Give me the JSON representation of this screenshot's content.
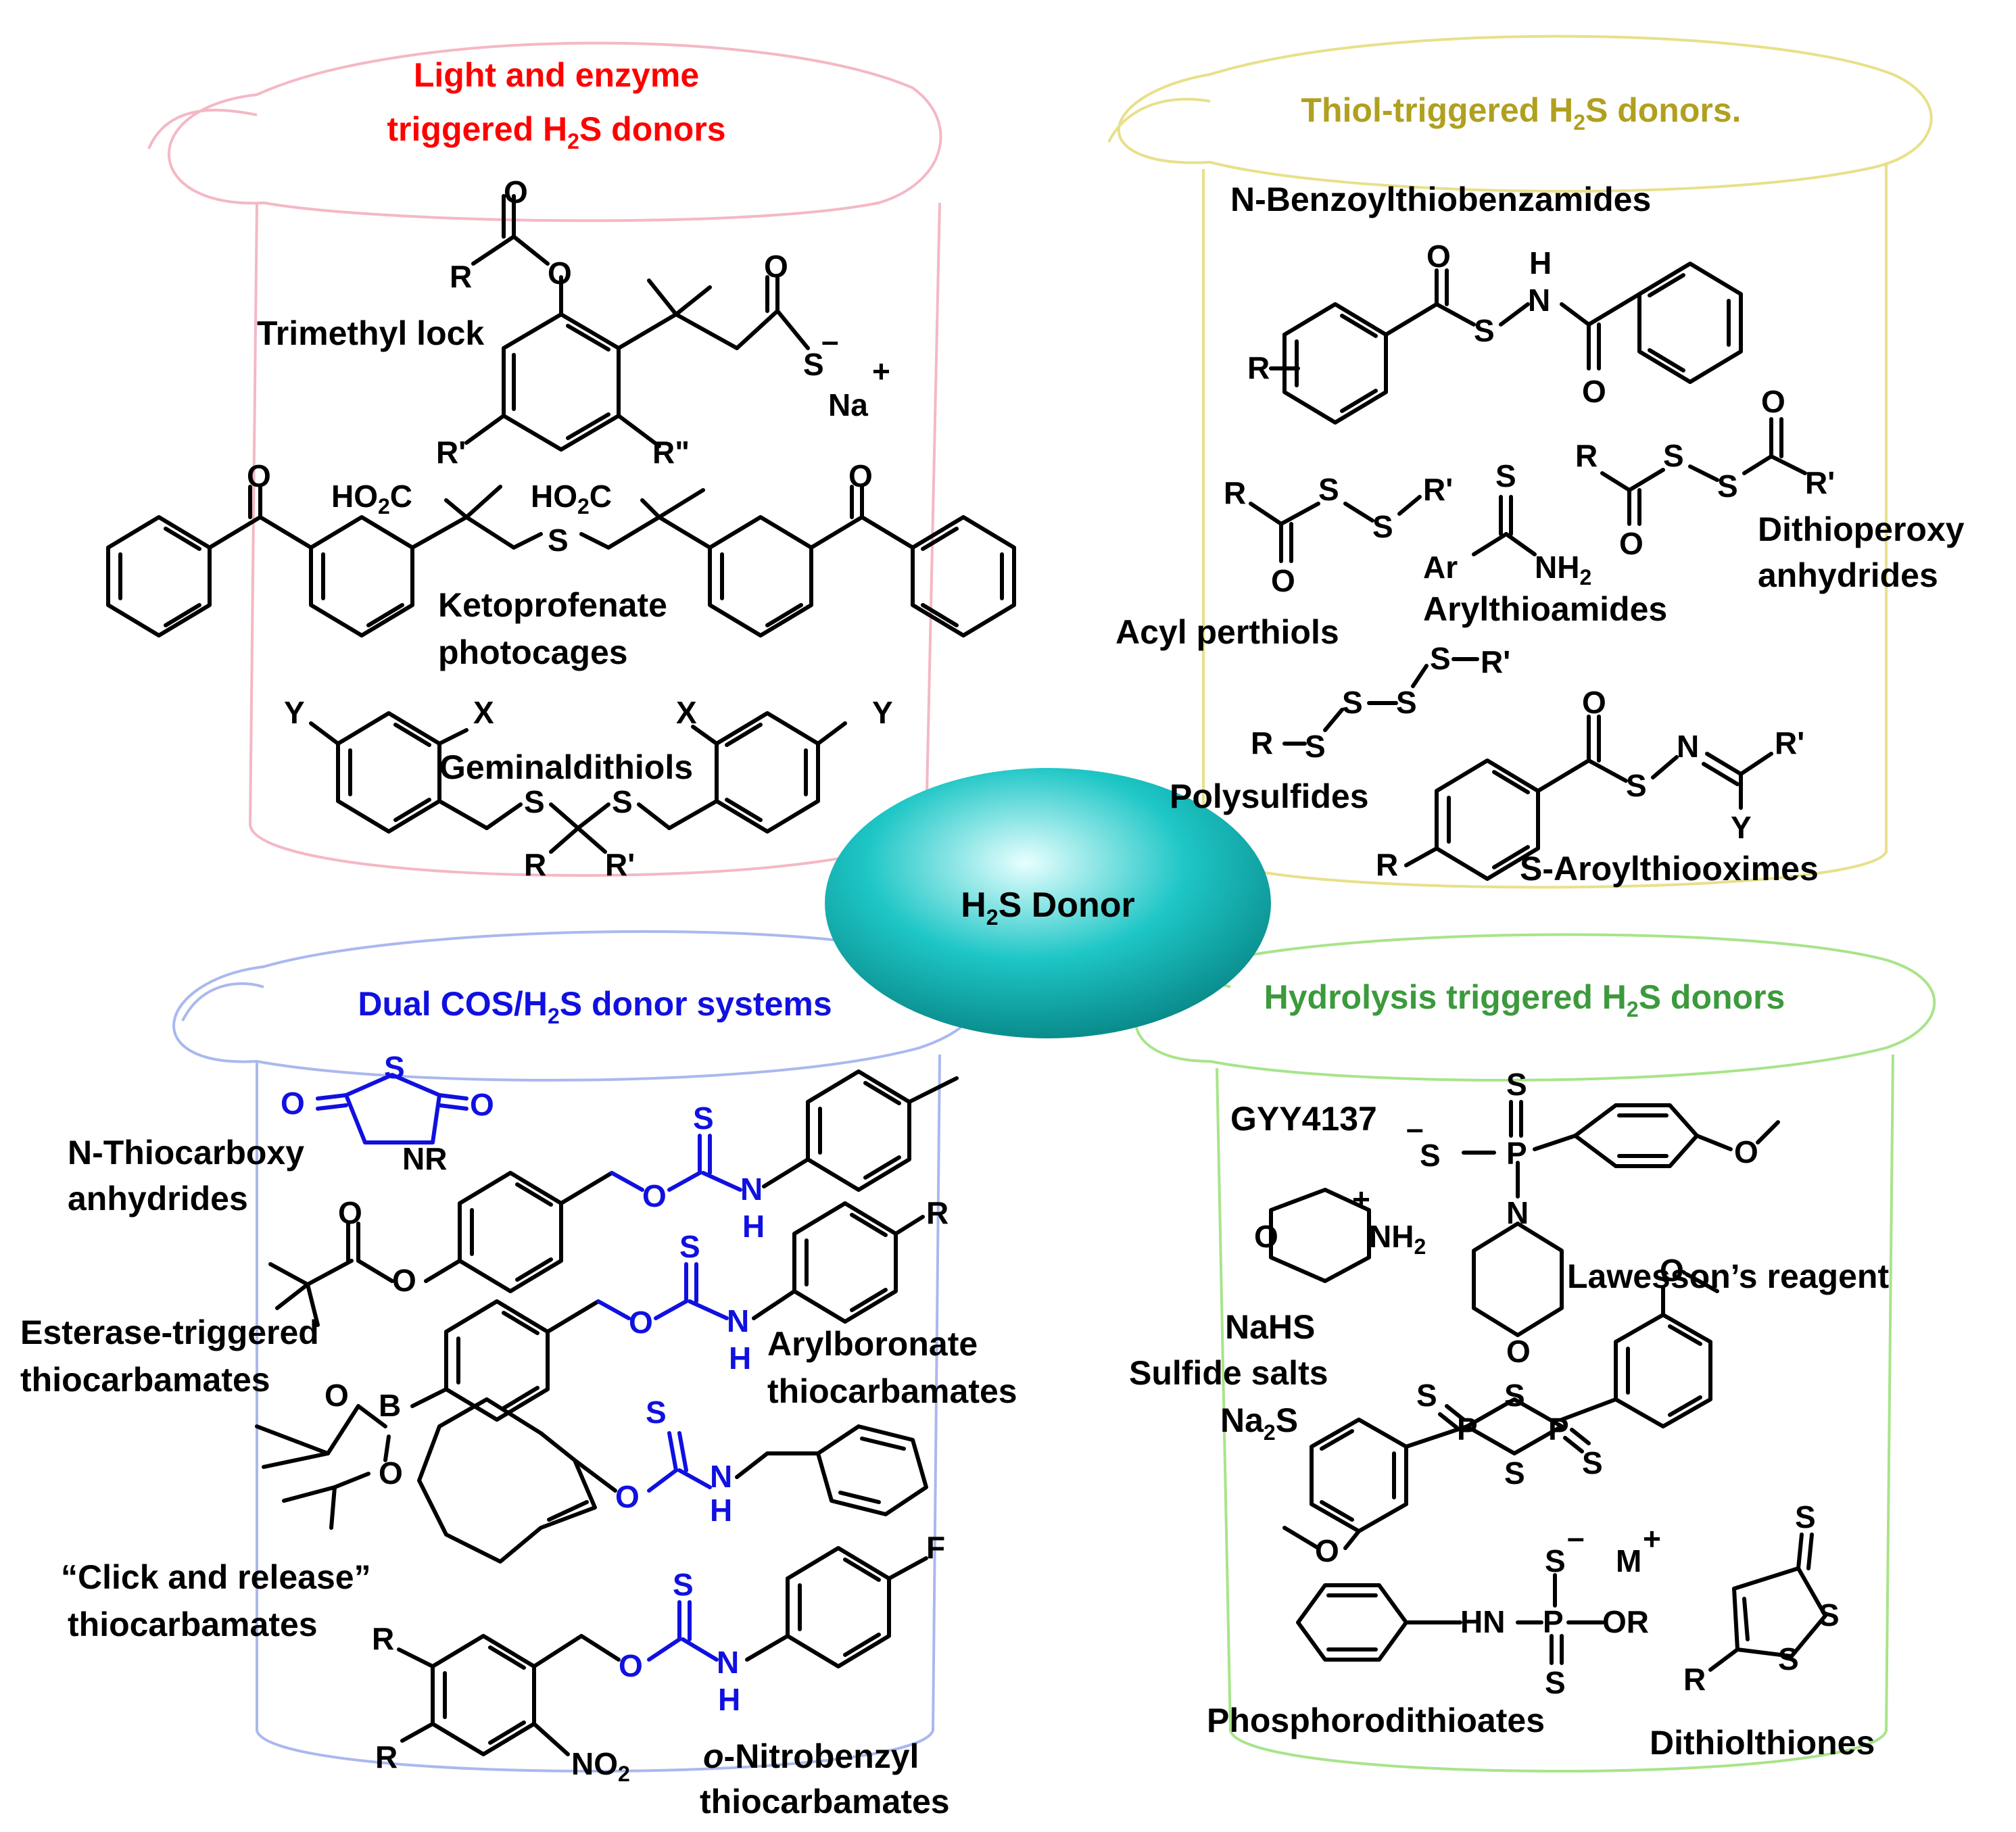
{
  "colors": {
    "beaker_top_left": "#f4b8c4",
    "beaker_top_right": "#e8e08a",
    "beaker_bottom_left": "#aab8ee",
    "beaker_bottom_right": "#a8e48a",
    "title_red": "#ff0000",
    "title_olive": "#b0a020",
    "title_blue": "#1010e0",
    "title_green": "#3c9a3c",
    "center_ellipse": "#1ec6c6",
    "blue_atoms": "#1010e0"
  },
  "center": {
    "label": "H",
    "sub": "2",
    "rest": "S Donor"
  },
  "top_left": {
    "title_line1": "Light and enzyme",
    "title_line2_pre": "triggered H",
    "title_line2_sub": "2",
    "title_line2_post": "S donors",
    "labels": {
      "trimethyl": "Trimethyl lock",
      "keto1": "Ketoprofenate",
      "keto2": "photocages",
      "geminal": "Geminaldithiols"
    }
  },
  "top_right": {
    "title_pre": "Thiol-triggered H",
    "title_sub": "2",
    "title_post": "S donors.",
    "labels": {
      "nbenzoyl": "N-Benzoylthiobenzamides",
      "acyl": "Acyl perthiols",
      "arylthio": "Arylthioamides",
      "dithio1": "Dithioperoxy",
      "dithio2": "anhydrides",
      "poly": "Polysulfides",
      "saroyl": "S-Aroylthiooximes"
    }
  },
  "bottom_left": {
    "title_pre": "Dual COS/H",
    "title_sub": "2",
    "title_post": "S donor systems",
    "labels": {
      "nthio1": "N-Thiocarboxy",
      "nthio2": "anhydrides",
      "ester1": "Esterase-triggered",
      "ester2": "thiocarbamates",
      "arylb1": "Arylboronate",
      "arylb2": "thiocarbamates",
      "click1": "“Click and release”",
      "click2": "thiocarbamates",
      "onitro1_italic": "o",
      "onitro1_rest": "-Nitrobenzyl",
      "onitro2": "thiocarbamates"
    }
  },
  "bottom_right": {
    "title_pre": "Hydrolysis triggered H",
    "title_sub": "2",
    "title_post": "S donors",
    "labels": {
      "gyy": "GYY4137",
      "nahs": "NaHS",
      "sulfide": "Sulfide salts",
      "na2s_pre": "Na",
      "na2s_sub": "2",
      "na2s_post": "S",
      "lawesson": "Lawesson’s reagent",
      "phos": "Phosphorodithioates",
      "dithiol": "Dithiolthiones"
    }
  },
  "atoms": {
    "O": "O",
    "S": "S",
    "N": "N",
    "H": "H",
    "R": "R",
    "R1": "R'",
    "R2": "R\"",
    "Na": "Na",
    "plus": "+",
    "minus": "–",
    "X": "X",
    "Y": "Y",
    "F": "F",
    "B": "B",
    "P": "P",
    "Ar": "Ar",
    "NH": "NH",
    "HN": "HN",
    "NR": "NR",
    "OR": "OR",
    "M": "M",
    "HO": "HO",
    "C": "C",
    "NO": "NO",
    "two": "2"
  }
}
